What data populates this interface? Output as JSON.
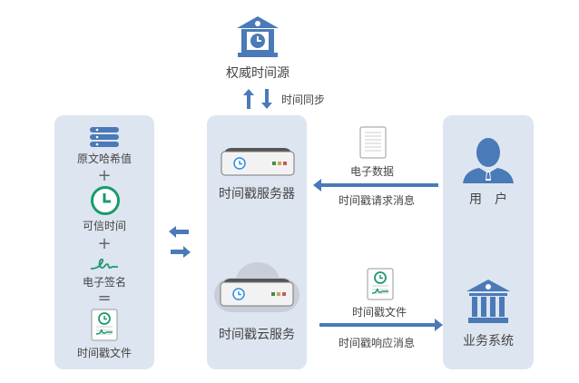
{
  "authority": {
    "label": "权威时间源",
    "sync_label": "时间同步"
  },
  "left": {
    "hash": "原文哈希值",
    "plus1": "+",
    "trusted_time": "可信时间",
    "plus2": "+",
    "signature": "电子签名",
    "equals": "=",
    "ts_file": "时间戳文件"
  },
  "middle": {
    "server": "时间戳服务器",
    "cloud": "时间戳云服务"
  },
  "flows": {
    "data": "电子数据",
    "request": "时间戳请求消息",
    "file": "时间戳文件",
    "response": "时间戳响应消息"
  },
  "right": {
    "user": "用　户",
    "business": "业务系统"
  },
  "colors": {
    "blue": "#4a7ab8",
    "green": "#1a9b6a",
    "panel": "#dde5f0"
  }
}
